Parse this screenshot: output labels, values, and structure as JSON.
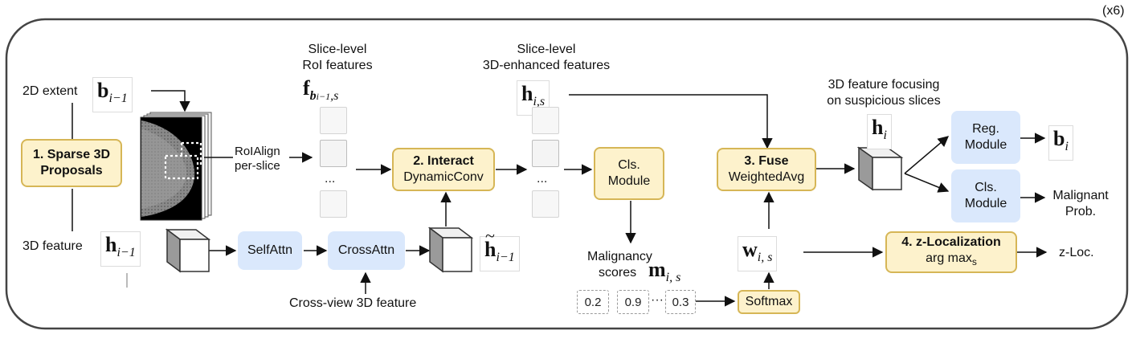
{
  "repeat_label": "(x6)",
  "colors": {
    "stage_fill": "#fdf2cc",
    "stage_border": "#d6b656",
    "module_fill": "#dae8fc",
    "frame": "#444444"
  },
  "inputs": {
    "extent_label": "2D extent",
    "extent_symbol": "b",
    "extent_sub": "i−1",
    "feature_label": "3D feature",
    "feature_symbol": "h",
    "feature_sub": "i−1"
  },
  "proposals": {
    "line1": "1. Sparse 3D",
    "line2": "Proposals"
  },
  "roialign": {
    "line1": "RoIAlign",
    "line2": "per-slice"
  },
  "roi_features": {
    "line1": "Slice-level",
    "line2": "RoI features",
    "symbol": "f",
    "sub": "b",
    "sub2": "i−1",
    "sub3": ",s"
  },
  "enhanced_features": {
    "line1": "Slice-level",
    "line2": "3D-enhanced features",
    "symbol": "h",
    "sub": "i,s"
  },
  "ellipsis": "...",
  "ellipsis_mid": "···",
  "interact": {
    "title": "2. Interact",
    "subtitle": "DynamicConv"
  },
  "cls_module_1": {
    "line1": "Cls.",
    "line2": "Module"
  },
  "self_attn": "SelfAttn",
  "cross_attn": "CrossAttn",
  "cross_view": "Cross-view 3D feature",
  "h_tilde": {
    "symbol": "h",
    "accent": "~",
    "sub": "i−1"
  },
  "malignancy": {
    "line1": "Malignancy",
    "line2": "scores",
    "symbol": "m",
    "sub": "i, s",
    "scores": [
      "0.2",
      "0.9",
      "0.3"
    ]
  },
  "softmax": "Softmax",
  "weights": {
    "symbol": "w",
    "sub": "i, s"
  },
  "fuse": {
    "title": "3. Fuse",
    "subtitle": "WeightedAvg"
  },
  "focus": {
    "line1": "3D feature focusing",
    "line2": "on suspicious slices",
    "symbol": "h",
    "sub": "i"
  },
  "zloc": {
    "title": "4. z-Localization",
    "subtitle": "arg max",
    "subtitle_sub": "s"
  },
  "reg_module": {
    "line1": "Reg.",
    "line2": "Module"
  },
  "cls_module_2": {
    "line1": "Cls.",
    "line2": "Module"
  },
  "outputs": {
    "box_symbol": "b",
    "box_sub": "i",
    "malignant_line1": "Malignant",
    "malignant_line2": "Prob.",
    "zloc": "z-Loc."
  }
}
